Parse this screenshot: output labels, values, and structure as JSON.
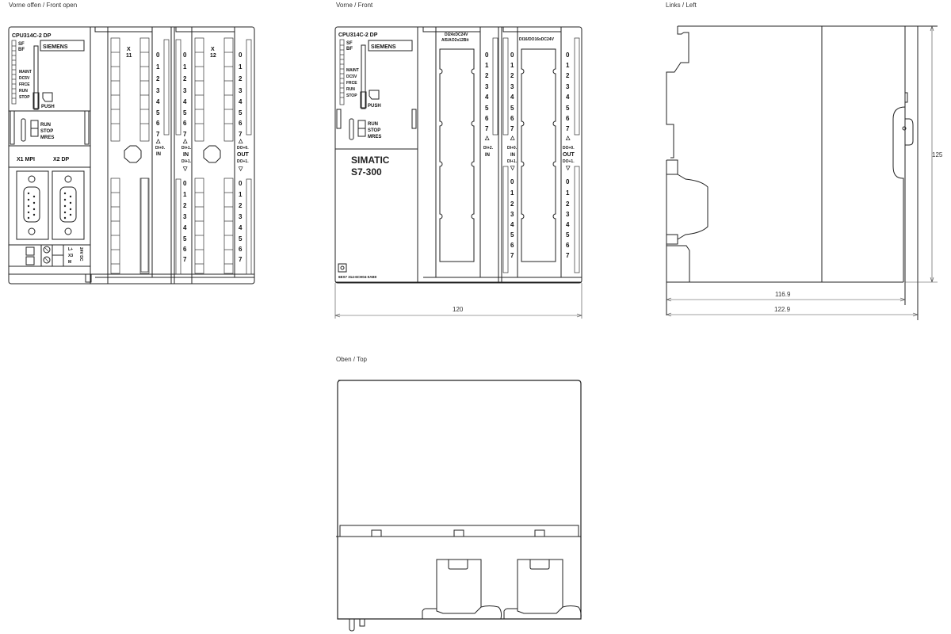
{
  "views": {
    "front_open": {
      "title": "Vorne offen / Front open"
    },
    "front": {
      "title": "Vorne / Front"
    },
    "left": {
      "title": "Links / Left"
    },
    "top": {
      "title": "Oben / Top"
    }
  },
  "cpu": {
    "model": "CPU314C-2 DP",
    "brand": "SIEMENS",
    "leds_top": [
      "SF",
      "BF"
    ],
    "leds_status": [
      "MAINT",
      "DC5V",
      "FRCE",
      "RUN",
      "STOP"
    ],
    "push_label": "PUSH",
    "mode_switch": [
      "RUN",
      "STOP",
      "MRES"
    ],
    "port_x1": "X1 MPI",
    "port_x2": "X2 DP",
    "power_labels": [
      "L+",
      "M",
      "24V DC"
    ],
    "power_connector": "X3",
    "product_line": "SIMATIC",
    "product_series": "S7-300",
    "order_number": "6ES7 314-6CH04-0AB0"
  },
  "front_open": {
    "connector_x11": "X\n11",
    "connector_x11_a": "X",
    "connector_x11_b": "11",
    "connector_x12_a": "X",
    "connector_x12_b": "12",
    "channels": [
      "0",
      "1",
      "2",
      "3",
      "4",
      "5",
      "6",
      "7"
    ],
    "di_block1_labels": [
      "DI+0.",
      "IN"
    ],
    "di_block2_labels": [
      "DI+1.",
      "IN",
      "DI+1."
    ],
    "do_block_labels": [
      "DO+0.",
      "OUT",
      "DO+1."
    ]
  },
  "front": {
    "module1_label": [
      "DI24xDC24V",
      "AI5/AO2x12Bit"
    ],
    "module2_label": "DI16/DO16xDC24V",
    "channels": [
      "0",
      "1",
      "2",
      "3",
      "4",
      "5",
      "6",
      "7"
    ],
    "di_block1_labels": [
      "DI+2.",
      "IN"
    ],
    "di_block2_labels": [
      "DI+0.",
      "IN",
      "DI+1."
    ],
    "do_block_labels": [
      "DO+0.",
      "OUT",
      "DO+1."
    ]
  },
  "dimensions": {
    "front_width": "120",
    "left_depth_inner": "116.9",
    "left_depth_outer": "122.9",
    "left_height": "125"
  }
}
